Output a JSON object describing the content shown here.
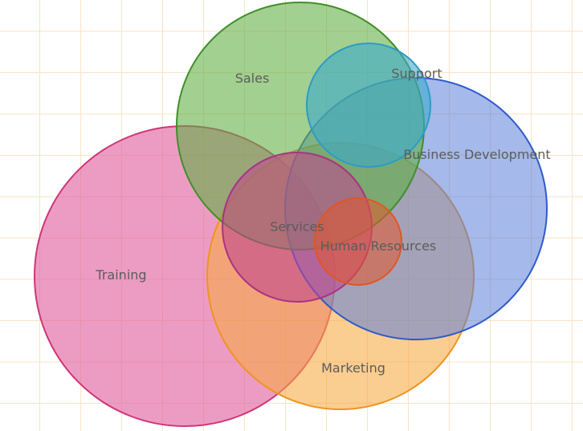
{
  "diagram": {
    "sets": [
      {
        "id": "training",
        "label": "Training",
        "color": "#e0609e"
      },
      {
        "id": "marketing",
        "label": "Marketing",
        "color": "#f7a941"
      },
      {
        "id": "business-development",
        "label": "Business Development",
        "color": "#5b7fd9"
      },
      {
        "id": "sales",
        "label": "Sales",
        "color": "#5fae3f"
      },
      {
        "id": "support",
        "label": "Support",
        "color": "#38a8cf"
      },
      {
        "id": "services",
        "label": "Services",
        "color": "#c0458f"
      },
      {
        "id": "human-resources",
        "label": "Human Resources",
        "color": "#e3572c"
      }
    ]
  }
}
